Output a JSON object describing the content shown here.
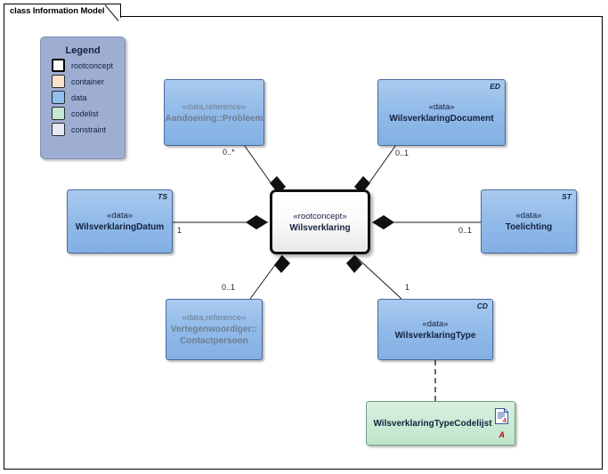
{
  "frame": {
    "tab_label": "class Information Model"
  },
  "legend": {
    "title": "Legend",
    "items": [
      {
        "label": "rootconcept",
        "color": "#ffffff"
      },
      {
        "label": "container",
        "color": "#fae3cd"
      },
      {
        "label": "data",
        "color": "#8fc0ee"
      },
      {
        "label": "codelist",
        "color": "#c6e8d2"
      },
      {
        "label": "constraint",
        "color": "#e7e9f7"
      }
    ]
  },
  "nodes": [
    {
      "id": "aandoening-probleem",
      "stereotype": "«data,reference»",
      "name": "Aandoening::Probleem",
      "corner_tag": "",
      "kind": "data-reference"
    },
    {
      "id": "wilsverklaringdocument",
      "stereotype": "«data»",
      "name": "WilsverklaringDocument",
      "corner_tag": "ED",
      "kind": "data"
    },
    {
      "id": "wilsverklaringdatum",
      "stereotype": "«data»",
      "name": "WilsverklaringDatum",
      "corner_tag": "TS",
      "kind": "data"
    },
    {
      "id": "wilsverklaring",
      "stereotype": "«rootconcept»",
      "name": "Wilsverklaring",
      "corner_tag": "",
      "kind": "rootconcept"
    },
    {
      "id": "toelichting",
      "stereotype": "«data»",
      "name": "Toelichting",
      "corner_tag": "ST",
      "kind": "data"
    },
    {
      "id": "vertegenwoordiger-contactpersoon",
      "stereotype": "«data,reference»",
      "name_line1": "Vertegenwoordiger::",
      "name_line2": "Contactpersoon",
      "corner_tag": "",
      "kind": "data-reference"
    },
    {
      "id": "wilsverklaringtype",
      "stereotype": "«data»",
      "name": "WilsverklaringType",
      "corner_tag": "CD",
      "kind": "data"
    },
    {
      "id": "wilsverklaringtypecodelijst",
      "stereotype": "",
      "name": "WilsverklaringTypeCodelijst",
      "corner_tag": "",
      "kind": "codelist"
    }
  ],
  "connectors": [
    {
      "from": "wilsverklaring",
      "to": "aandoening-probleem",
      "type": "composition",
      "multiplicity": "0..*"
    },
    {
      "from": "wilsverklaring",
      "to": "wilsverklaringdocument",
      "type": "composition",
      "multiplicity": "0..1"
    },
    {
      "from": "wilsverklaring",
      "to": "wilsverklaringdatum",
      "type": "composition",
      "multiplicity": "1"
    },
    {
      "from": "wilsverklaring",
      "to": "toelichting",
      "type": "composition",
      "multiplicity": "0..1"
    },
    {
      "from": "wilsverklaring",
      "to": "vertegenwoordiger-contactpersoon",
      "type": "composition",
      "multiplicity": "0..1"
    },
    {
      "from": "wilsverklaring",
      "to": "wilsverklaringtype",
      "type": "composition",
      "multiplicity": "1"
    },
    {
      "from": "wilsverklaringtype",
      "to": "wilsverklaringtypecodelijst",
      "type": "dependency",
      "multiplicity": ""
    }
  ],
  "colors": {
    "data_fill": "#8fb9e8",
    "codelist_fill": "#c9ead3",
    "rootconcept_fill": "#ffffff",
    "legend_bg": "#9eadd2",
    "text": "#14213d",
    "ghost_text": "#6e7d92",
    "line": "#1a1a1a"
  }
}
